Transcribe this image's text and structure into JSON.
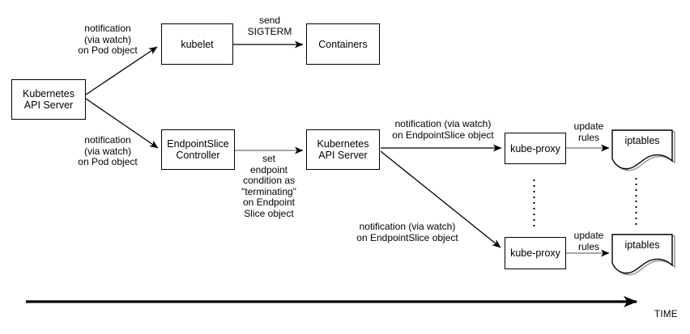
{
  "colors": {
    "background": "#ffffff",
    "node_fill": "#ffffff",
    "node_border": "#000000",
    "line": "#000000",
    "gray_line": "#8c8c8c",
    "shadow": "#9e9e9e"
  },
  "nodes": {
    "api_server_left": {
      "label": "Kubernetes\nAPI Server"
    },
    "kubelet": {
      "label": "kubelet"
    },
    "containers": {
      "label": "Containers"
    },
    "endpointslice_controller": {
      "label": "EndpointSlice\nController"
    },
    "api_server_mid": {
      "label": "Kubernetes\nAPI Server"
    },
    "kube_proxy_top": {
      "label": "kube-proxy"
    },
    "iptables_top": {
      "label": "iptables"
    },
    "kube_proxy_bottom": {
      "label": "kube-proxy"
    },
    "iptables_bottom": {
      "label": "iptables"
    }
  },
  "edge_labels": {
    "notify_pod_top": "notification\n(via watch)\non Pod object",
    "notify_pod_bottom": "notification\n(via watch)\non Pod object",
    "send_sigterm": "send\nSIGTERM",
    "set_endpoint_condition": "set\nendpoint\ncondition as\n\"terminating\"\non Endpoint\nSlice object",
    "notify_eps_top": "notification (via watch)\non EndpointSlice object",
    "notify_eps_bottom": "notification (via watch)\non EndpointSlice object",
    "update_rules_top": "update\nrules",
    "update_rules_bottom": "update\nrules",
    "time_label": "TIME"
  }
}
